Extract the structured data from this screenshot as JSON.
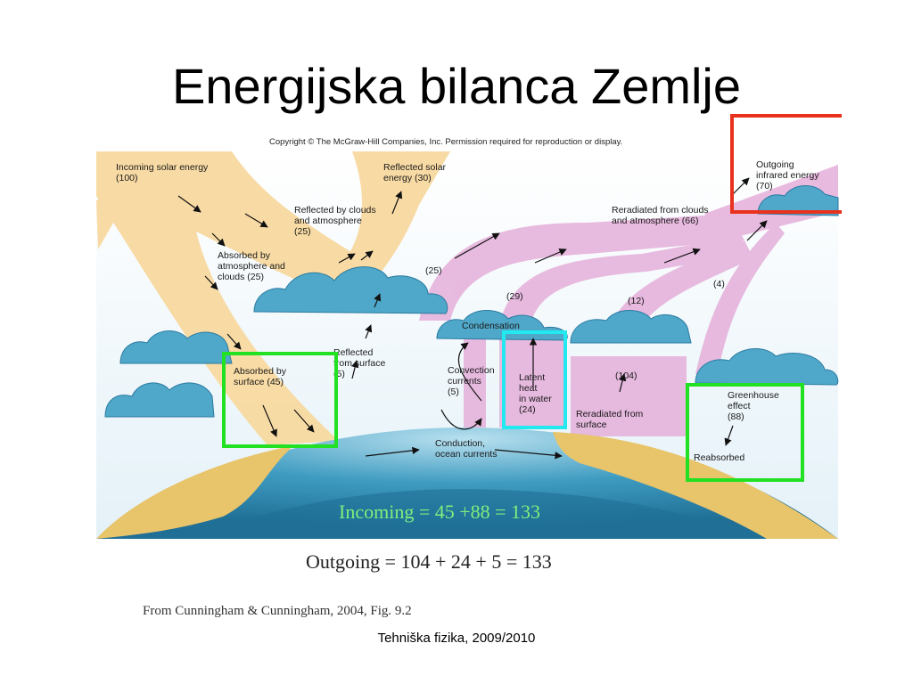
{
  "title": "Energijska bilanca Zemlje",
  "figure": {
    "copyright": "Copyright © The McGraw-Hill Companies, Inc. Permission required for reproduction or display.",
    "labels": {
      "incoming_solar": "Incoming solar energy\n(100)",
      "reflected_solar": "Reflected solar\nenergy (30)",
      "reflected_clouds": "Reflected by clouds\nand atmosphere\n(25)",
      "absorbed_atmosphere": "Absorbed by\natmosphere and\nclouds (25)",
      "reflected_surface": "Reflected\nfrom surface\n(5)",
      "absorbed_surface": "Absorbed by\nsurface (45)",
      "outgoing_ir": "Outgoing\ninfrared energy\n(70)",
      "reradiated_clouds": "Reradiated from clouds\nand atmosphere (66)",
      "v25": "(25)",
      "v29": "(29)",
      "v12": "(12)",
      "v4": "(4)",
      "condensation": "Condensation",
      "convection": "Convection\ncurrents\n(5)",
      "latent_heat": "Latent\nheat\nin water\n(24)",
      "v104": "(104)",
      "reradiated_surface": "Reradiated from\nsurface",
      "greenhouse": "Greenhouse\neffect\n(88)",
      "reabsorbed": "Reabsorbed",
      "conduction": "Conduction,\nocean currents"
    },
    "colors": {
      "incoming_highlight": "#22e022",
      "outgoing_highlight": "#e8321e",
      "latent_highlight": "#22e8f0",
      "solar_band": "#f8d9a0",
      "infrared_band": "#e6b3dc",
      "cloud": "#4fa8c9",
      "ocean": "#2f8fb5",
      "land": "#e8c46a"
    }
  },
  "incoming_equation": "Incoming = 45 +88 = 133",
  "outgoing_equation": "Outgoing = 104 + 24 + 5 = 133",
  "source": "From Cunningham & Cunningham, 2004, Fig. 9.2",
  "footer": "Tehniška fizika, 2009/2010"
}
